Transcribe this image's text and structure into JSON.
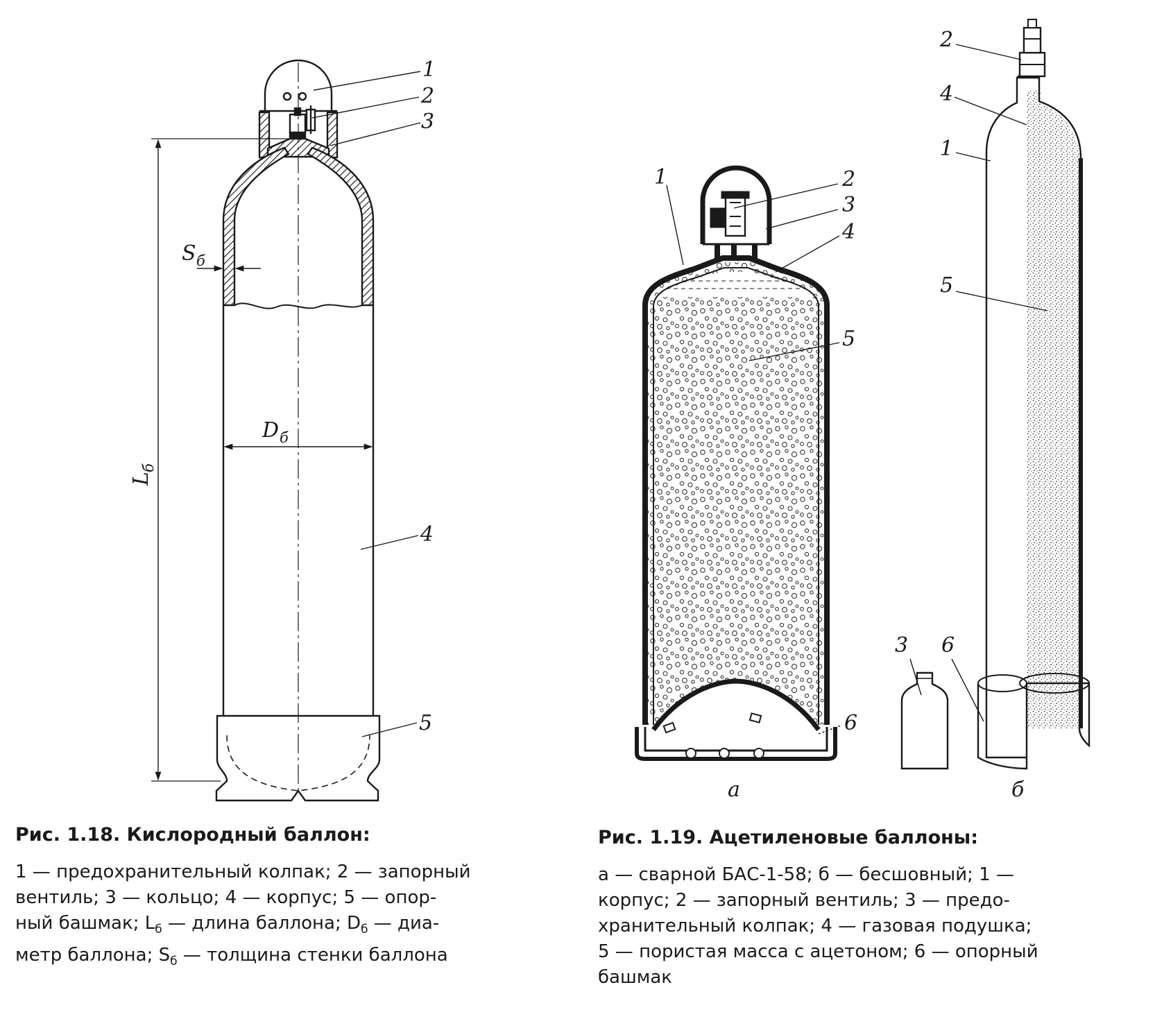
{
  "fig118": {
    "labels": {
      "l1": "1",
      "l2": "2",
      "l3": "3",
      "l4": "4",
      "l5": "5"
    },
    "dims": {
      "s": "S",
      "s_sub": "б",
      "d": "D",
      "d_sub": "б",
      "l": "L",
      "l_sub": "б"
    },
    "caption": {
      "title_prefix": "Рис. 1.18.",
      "title_rest": "Кислородный баллон:",
      "line1": "1 — предохранительный колпак; 2 — запорный",
      "line2": "вентиль; 3 — кольцо; 4 — корпус; 5 — опор-",
      "line3a": "ный башмак; L",
      "line3b": " — длина баллона; D",
      "line3c": " — диа-",
      "line4a": "метр баллона; S",
      "line4b": " — толщина стенки баллона",
      "sub": "б"
    }
  },
  "fig119": {
    "a": {
      "label": "а",
      "l1": "1",
      "l2": "2",
      "l3": "3",
      "l4": "4",
      "l5": "5",
      "l6": "6"
    },
    "b": {
      "label": "б",
      "l1": "1",
      "l2": "2",
      "l3": "3",
      "l4": "4",
      "l5": "5",
      "l6": "6"
    },
    "caption": {
      "title_prefix": "Рис. 1.19.",
      "title_rest": "Ацетиленовые баллоны:",
      "line1": "а — сварной БАС-1-58; б — бесшовный; 1 —",
      "line2": "корпус; 2 — запорный вентиль; 3 — предо-",
      "line3": "хранительный колпак; 4 — газовая подушка;",
      "line4": "5 — пористая масса с ацетоном; 6 — опорный",
      "line5": "башмак"
    }
  }
}
